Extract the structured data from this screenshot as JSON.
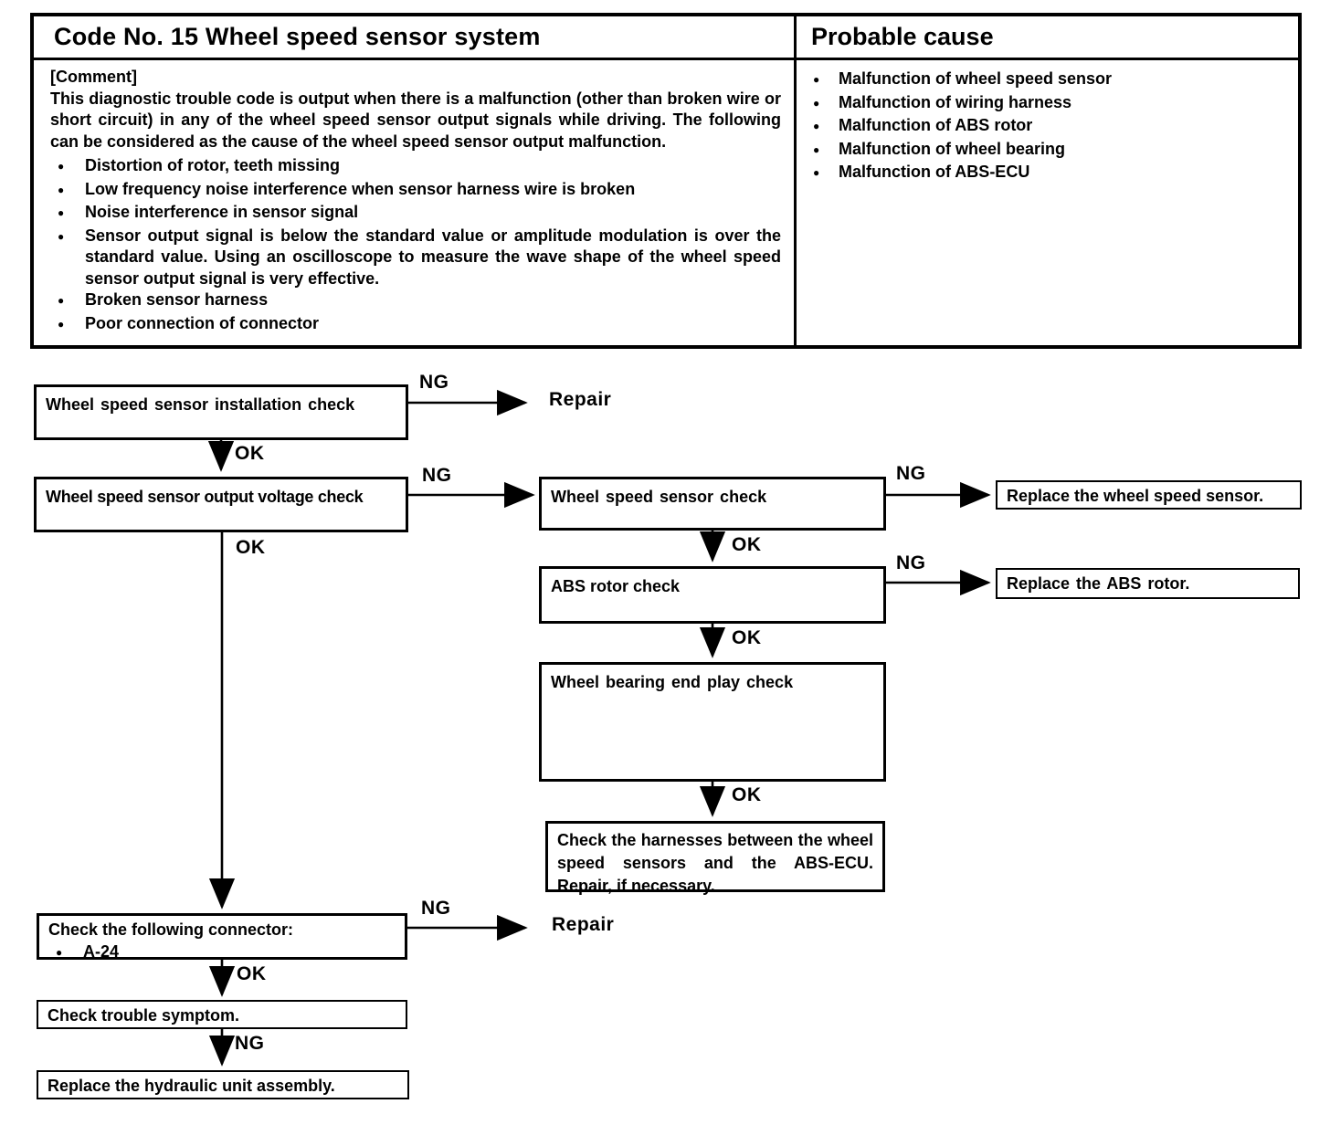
{
  "dtc_table": {
    "code_header": "Code No. 15 Wheel speed sensor system",
    "cause_header": "Probable cause",
    "comment_label": "[Comment]",
    "comment_text": "This diagnostic trouble code is output when there is a malfunction (other than broken wire or short circuit) in any of the wheel speed sensor output signals while driving. The following can be considered as the cause of the wheel speed sensor output malfunction.",
    "comment_bullets": [
      "Distortion of rotor, teeth missing",
      "Low frequency noise interference when sensor harness wire is broken",
      "Noise interference in sensor signal",
      "Sensor output signal is below the standard value or amplitude modulation is over the standard value.  Using an oscilloscope to measure the wave shape of the wheel speed sensor output signal is very effective.",
      "Broken sensor harness",
      "Poor connection of connector"
    ],
    "probable_causes": [
      "Malfunction of wheel speed sensor",
      "Malfunction of wiring harness",
      "Malfunction of ABS rotor",
      "Malfunction of wheel bearing",
      "Malfunction of ABS-ECU"
    ]
  },
  "flowchart": {
    "labels": {
      "ng": "NG",
      "ok": "OK",
      "repair": "Repair"
    },
    "boxes": {
      "installation_check": "Wheel speed sensor installation check",
      "output_voltage_check": "Wheel speed sensor output voltage check",
      "sensor_check": "Wheel speed sensor check",
      "rotor_check": "ABS rotor check",
      "bearing_check": "Wheel bearing end play check",
      "harness_check": "Check the harnesses between the wheel speed sensors and the ABS-ECU. Repair, if necessary.",
      "connector_check_title": "Check the following connector:",
      "connector_item": "A-24",
      "trouble_symptom": "Check trouble symptom.",
      "replace_hydraulic": "Replace the hydraulic unit assembly.",
      "replace_sensor": "Replace the wheel speed sensor.",
      "replace_rotor": "Replace the ABS rotor."
    }
  }
}
